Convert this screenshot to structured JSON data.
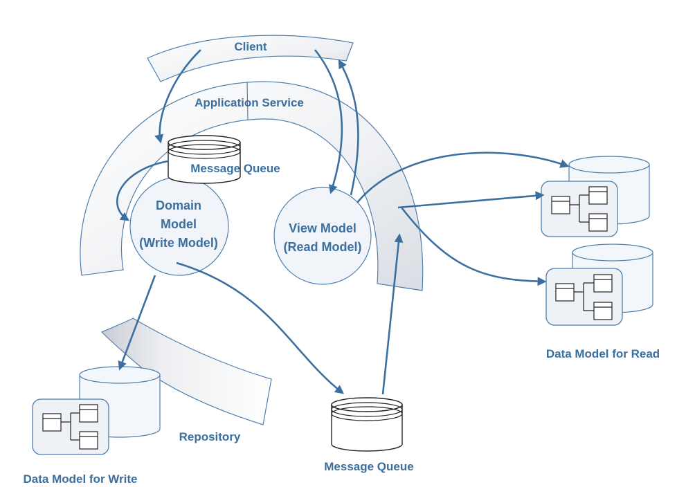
{
  "labels": {
    "client": "Client",
    "application_service": "Application Service",
    "message_queue_top": "Message Queue",
    "domain_model": [
      "Domain",
      "Model",
      "(Write Model)"
    ],
    "view_model": [
      "View Model",
      "(Read Model)"
    ],
    "repository": "Repository",
    "message_queue_bottom": "Message Queue",
    "data_model_write": "Data Model for Write",
    "data_model_read": "Data Model for Read"
  },
  "colors": {
    "label": "#3a6f9f",
    "arrow": "#3a6f9f",
    "outline": "#4d7fae",
    "node_fill": "#f1f4f8"
  }
}
